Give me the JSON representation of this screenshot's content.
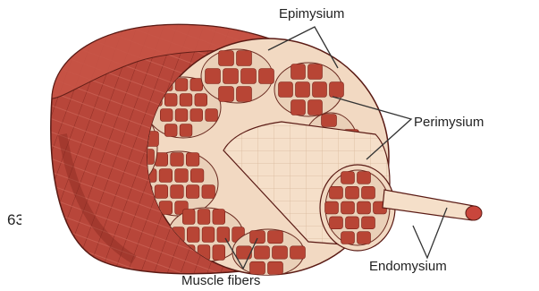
{
  "side_fragment": "63",
  "labels": {
    "epimysium": "Epimysium",
    "perimysium": "Perimysium",
    "endomysium": "Endomysium",
    "muscle_fibers": "Muscle fibers"
  },
  "colors": {
    "muscle_outer": "#b8463a",
    "muscle_dark": "#8e2e25",
    "connective": "#f2d9c2",
    "fiber_red": "#b84535",
    "tube": "#f5dfc9",
    "tip": "#c9463c",
    "outline": "#5a1a14"
  }
}
